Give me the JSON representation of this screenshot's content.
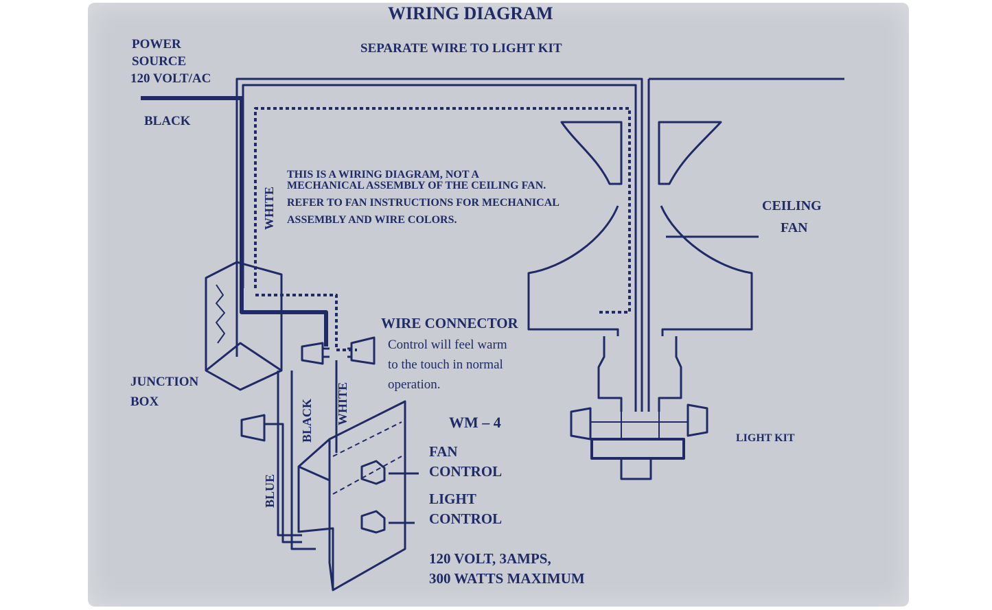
{
  "title": "WIRING DIAGRAM",
  "subtitle": "SEPARATE WIRE TO LIGHT KIT",
  "power_source": [
    "POWER",
    "SOURCE",
    "120 VOLT/AC"
  ],
  "wire_labels": {
    "black_top": "BLACK",
    "white_vertical": "WHITE",
    "black_vertical": "BLACK",
    "white_lower": "WHITE",
    "blue": "BLUE"
  },
  "note": [
    "THIS IS A WIRING DIAGRAM, NOT A",
    "MECHANICAL ASSEMBLY OF THE CEILING FAN.",
    "REFER TO FAN INSTRUCTIONS FOR MECHANICAL",
    "ASSEMBLY AND WIRE COLORS."
  ],
  "ceiling_fan": [
    "CEILING",
    "FAN"
  ],
  "wire_connector": {
    "heading": "WIRE CONNECTOR",
    "text": [
      "Control will feel warm",
      "to the touch in normal",
      "operation."
    ]
  },
  "junction_box": [
    "JUNCTION",
    "BOX"
  ],
  "model": "WM – 4",
  "fan_control": [
    "FAN",
    "CONTROL"
  ],
  "light_control": [
    "LIGHT",
    "CONTROL"
  ],
  "light_kit": "LIGHT KIT",
  "rating": [
    "120 VOLT, 3AMPS,",
    "300 WATTS MAXIMUM"
  ],
  "colors": {
    "ink": "#1f2a66",
    "card": "#c9ccd2"
  }
}
